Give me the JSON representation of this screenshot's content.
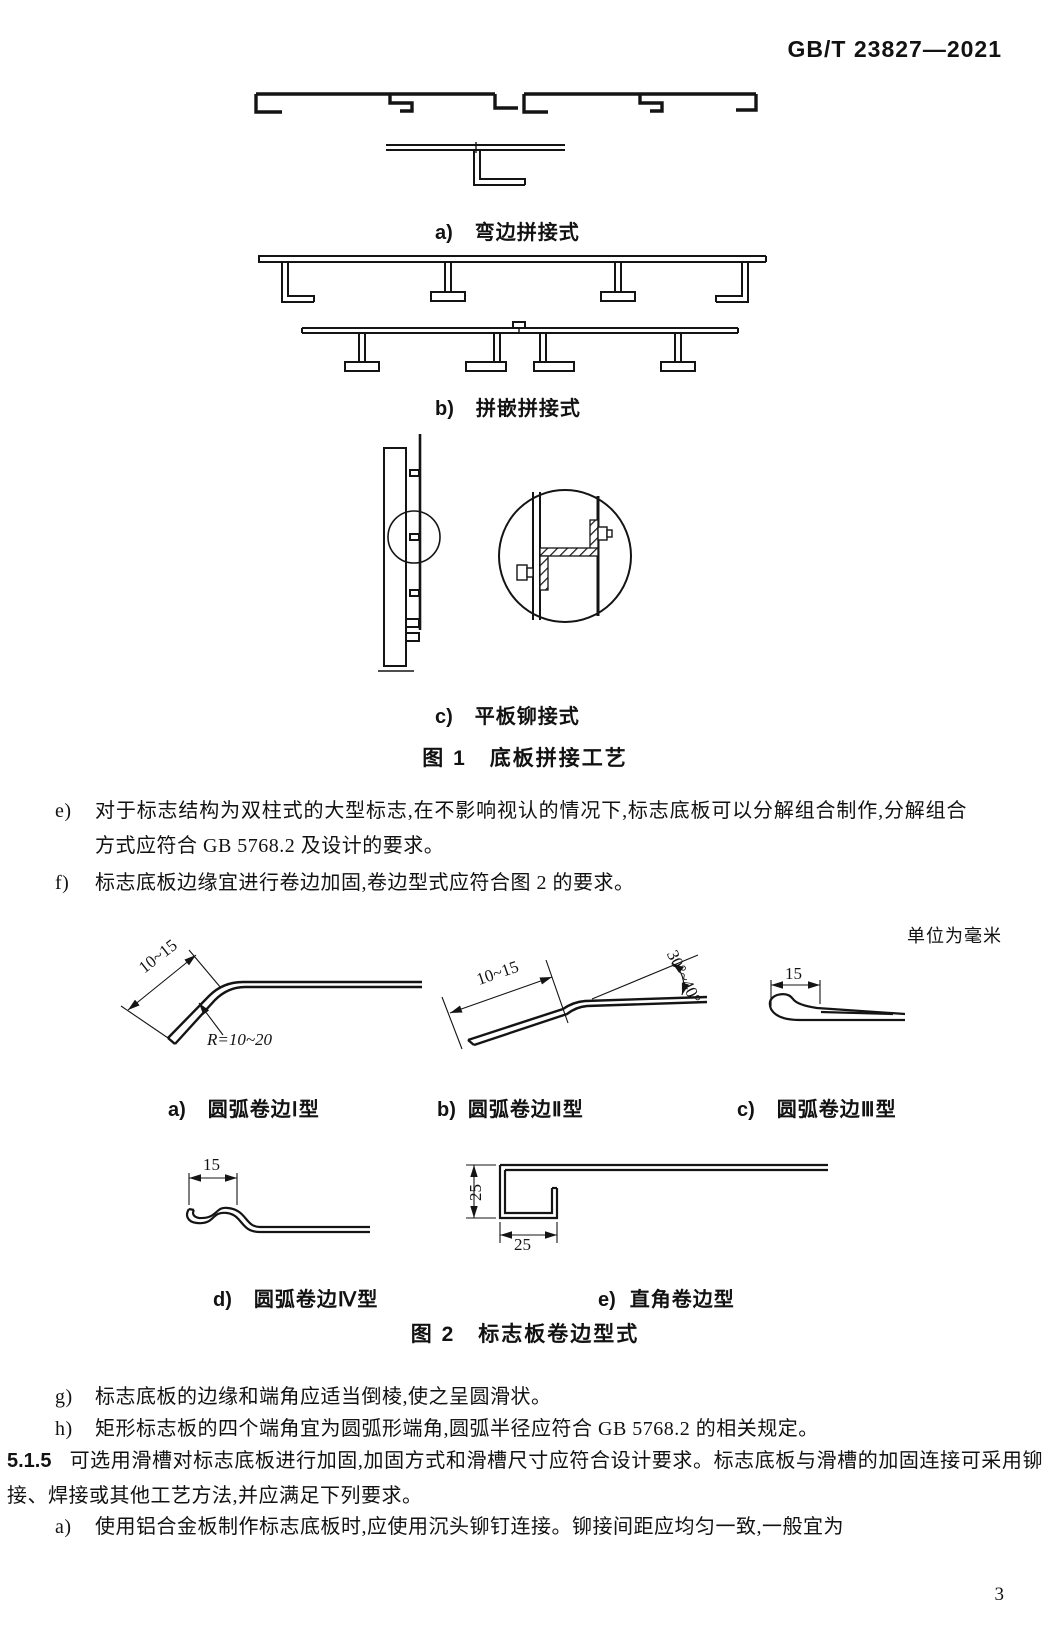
{
  "header": {
    "doc_number": "GB/T 23827—2021"
  },
  "figure1": {
    "caption": "图 1　底板拼接工艺",
    "sublabels": [
      {
        "marker": "a)",
        "text": "弯边拼接式"
      },
      {
        "marker": "b)",
        "text": "拼嵌拼接式"
      },
      {
        "marker": "c)",
        "text": "平板铆接式"
      }
    ]
  },
  "figure2": {
    "unit_note": "单位为毫米",
    "caption": "图 2　标志板卷边型式",
    "sublabels": [
      {
        "marker": "a)",
        "text": "圆弧卷边Ⅰ型"
      },
      {
        "marker": "b)",
        "text": "圆弧卷边Ⅱ型"
      },
      {
        "marker": "c)",
        "text": "圆弧卷边Ⅲ型"
      },
      {
        "marker": "d)",
        "text": "圆弧卷边Ⅳ型"
      },
      {
        "marker": "e)",
        "text": "直角卷边型"
      }
    ],
    "dimensions": {
      "a_length": "10~15",
      "a_radius": "R=10~20",
      "b_length": "10~15",
      "b_angle": "30°~40°",
      "c_width": "15",
      "d_width": "15",
      "e_height": "25",
      "e_width": "25"
    }
  },
  "body": {
    "item_e": {
      "marker": "e)",
      "text": "对于标志结构为双柱式的大型标志,在不影响视认的情况下,标志底板可以分解组合制作,分解组合方式应符合 GB 5768.2 及设计的要求。"
    },
    "item_f": {
      "marker": "f)",
      "text": "标志底板边缘宜进行卷边加固,卷边型式应符合图 2 的要求。"
    },
    "item_g": {
      "marker": "g)",
      "text": "标志底板的边缘和端角应适当倒棱,使之呈圆滑状。"
    },
    "item_h": {
      "marker": "h)",
      "text": "矩形标志板的四个端角宜为圆弧形端角,圆弧半径应符合 GB 5768.2 的相关规定。"
    },
    "section_515": {
      "number": "5.1.5",
      "text": "可选用滑槽对标志底板进行加固,加固方式和滑槽尺寸应符合设计要求。标志底板与滑槽的加固连接可采用铆接、焊接或其他工艺方法,并应满足下列要求。"
    },
    "item_a": {
      "marker": "a)",
      "text": "使用铝合金板制作标志底板时,应使用沉头铆钉连接。铆接间距应均匀一致,一般宜为"
    }
  },
  "footer": {
    "page_number": "3"
  }
}
